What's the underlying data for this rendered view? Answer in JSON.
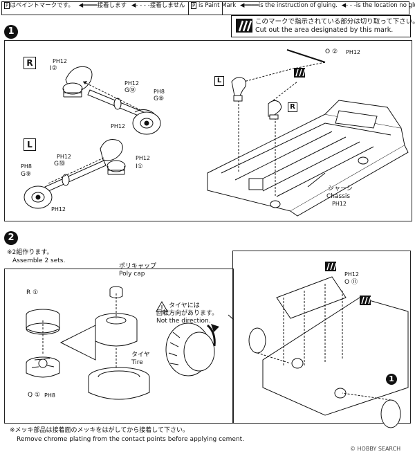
{
  "legend": {
    "left_paint": "P",
    "left_paint_text": "はペイントマークです。",
    "left_glue": "接着します",
    "left_noglue": "接着しません",
    "right_paint": "P",
    "right_paint_text": "is Paint Mark",
    "right_glue": "is the instruction of gluing.",
    "right_noglue": "is the location no gluing."
  },
  "cut_note": {
    "jp": "このマークで指示されている部分は切り取って下さい。",
    "en": "Cut out the area designated by this mark."
  },
  "step1": {
    "number": "1",
    "r_badge": "R",
    "l_badge": "L",
    "r_labels": [
      "PH12",
      "I②",
      "PH12",
      "G⑱",
      "PH8",
      "G⑧",
      "PH12"
    ],
    "l_labels": [
      "PH12",
      "G⑱",
      "PH8",
      "G⑨",
      "PH12",
      "I①",
      "PH12"
    ],
    "o_label": "O ②",
    "o_paint": "PH12",
    "small_L": "L",
    "small_R": "R",
    "chassis_jp": "シャーシ",
    "chassis_en": "Chassis",
    "chassis_paint": "PH12"
  },
  "step2": {
    "number": "2",
    "assemble_jp": "※2組作ります。",
    "assemble_en": "Assemble 2 sets.",
    "r1": "R ①",
    "q1": "Q ①",
    "q1_paint": "PH8",
    "polycap_jp": "ポリキャップ",
    "polycap_en": "Poly cap",
    "tire_jp": "タイヤ",
    "tire_en": "Tire",
    "dir_jp1": "タイヤには",
    "dir_jp2": "回転方向があります。",
    "dir_en": "Not the direction.",
    "o11_paint": "PH12",
    "o11": "O ⑪",
    "ref_step": "1",
    "chrome_jp": "※メッキ部品は接着面のメッキをはがしてから接着して下さい。",
    "chrome_en": "Remove chrome plating from the contact points before applying cement.",
    "watermark": "© HOBBY SEARCH"
  }
}
